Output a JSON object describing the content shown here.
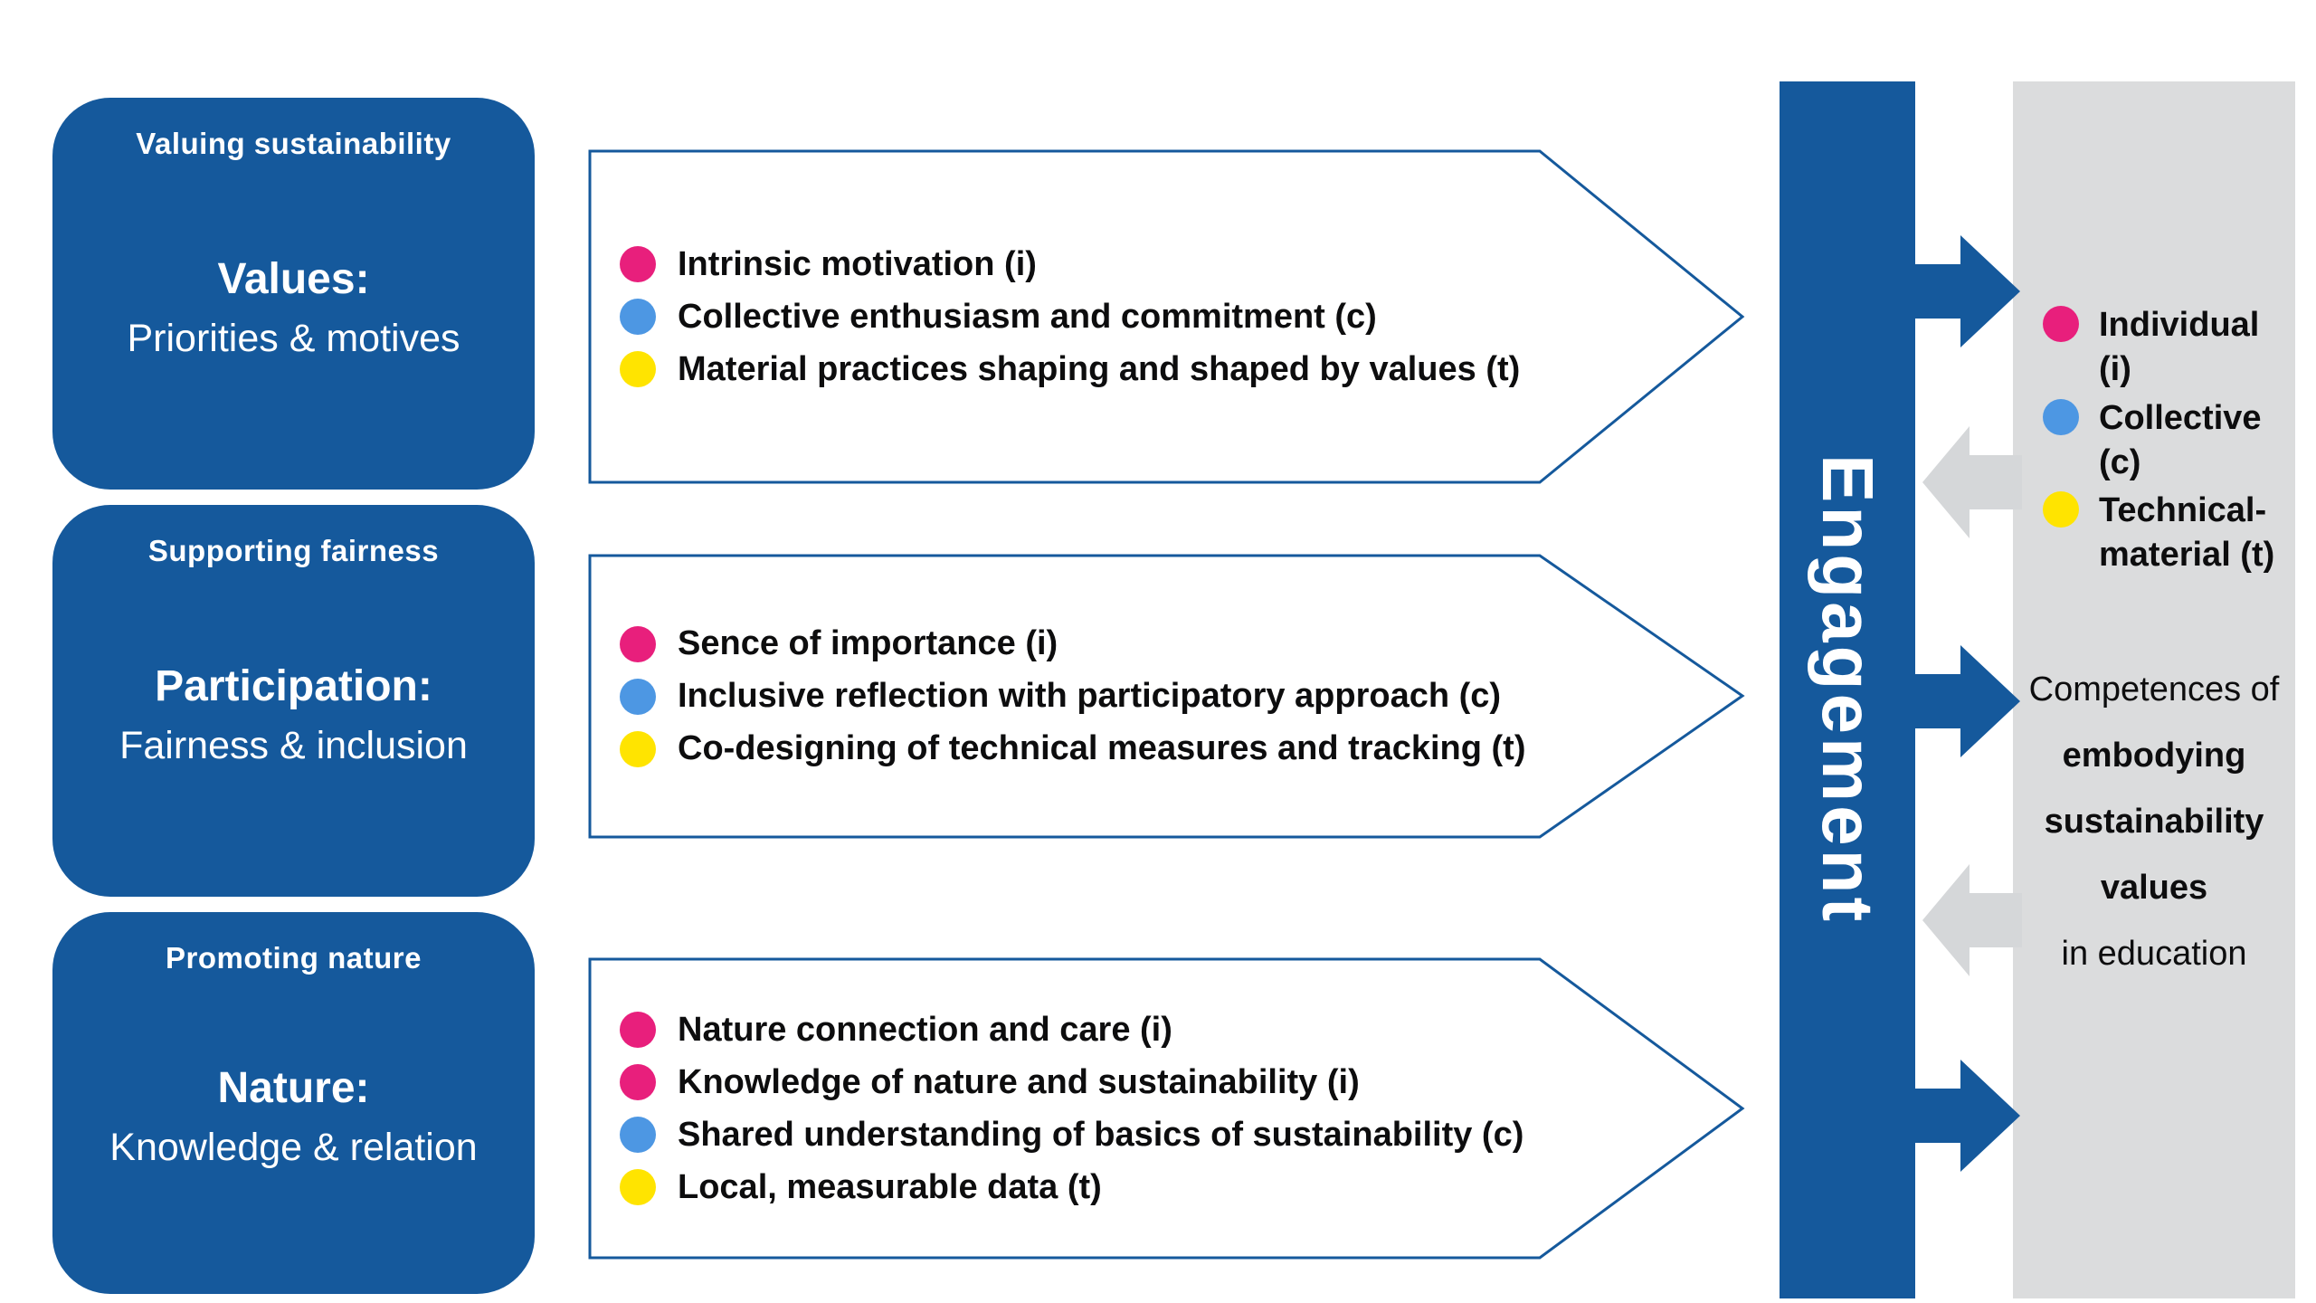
{
  "colors": {
    "dark_blue": "#15599c",
    "pink": "#e81f7c",
    "blue": "#4d97e3",
    "yellow": "#ffe400",
    "panel_gray": "#dbdcdd",
    "arrow_gray": "#d5d7d9",
    "ink": "#0d0d0e"
  },
  "rows": [
    {
      "tag": "Valuing sustainability",
      "title": "Values:",
      "subtitle": "Priorities & motives",
      "bullets": [
        {
          "dot": "pink",
          "text": "Intrinsic motivation (i)"
        },
        {
          "dot": "blue",
          "text": "Collective enthusiasm and commitment (c)"
        },
        {
          "dot": "yellow",
          "text": "Material practices shaping and shaped by values (t)"
        }
      ]
    },
    {
      "tag": "Supporting fairness",
      "title": "Participation:",
      "subtitle": "Fairness & inclusion",
      "bullets": [
        {
          "dot": "pink",
          "text": "Sence of importance (i)"
        },
        {
          "dot": "blue",
          "text": "Inclusive reflection with participatory approach (c)"
        },
        {
          "dot": "yellow",
          "text": "Co-designing of technical measures and tracking (t)"
        }
      ]
    },
    {
      "tag": "Promoting nature",
      "title": "Nature:",
      "subtitle": "Knowledge & relation",
      "bullets": [
        {
          "dot": "pink",
          "text": "Nature connection and care (i)"
        },
        {
          "dot": "pink",
          "text": "Knowledge of nature and sustainability (i)"
        },
        {
          "dot": "blue",
          "text": "Shared understanding of basics of sustainability (c)"
        },
        {
          "dot": "yellow",
          "text": "Local, measurable data (t)"
        }
      ]
    }
  ],
  "engagement_label": "Engagement",
  "legend": [
    {
      "dot": "pink",
      "lines": [
        "Individual (i)"
      ]
    },
    {
      "dot": "blue",
      "lines": [
        "Collective (c)"
      ]
    },
    {
      "dot": "yellow",
      "lines": [
        "Technical-",
        "material (t)"
      ]
    }
  ],
  "competences": [
    {
      "text": "Competences of",
      "bold": false
    },
    {
      "text": "embodying",
      "bold": true
    },
    {
      "text": "sustainability",
      "bold": true
    },
    {
      "text": "values",
      "bold": true
    },
    {
      "text": "in education",
      "bold": false
    }
  ]
}
